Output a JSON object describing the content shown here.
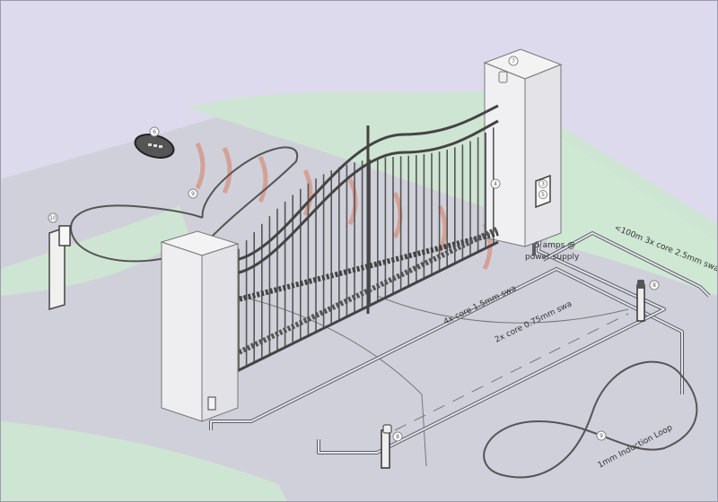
{
  "diagram": {
    "labels": {
      "power_supply_line1": "5 amps @",
      "power_supply_line2": "power supply",
      "mains_cable": "<100m 3x core 2.5mm swa",
      "motor_cable": "4x core 1.5mm swa",
      "photocell_cable": "2x core 0.75mm swa",
      "induction_loop": "1mm Induction Loop"
    },
    "callouts": {
      "remote": "6",
      "loop_left": "9",
      "post_left": "10",
      "pillar_top": "7",
      "gate_post": "4",
      "box_top": "3",
      "box_bottom": "5",
      "photocell_right": "8",
      "photocell_front": "8",
      "loop_right": "9"
    },
    "colors": {
      "background": "#dcdaec",
      "ground": "#cfcfd9",
      "grass": "#cfe5d3",
      "signal": "#d77a5e"
    }
  }
}
